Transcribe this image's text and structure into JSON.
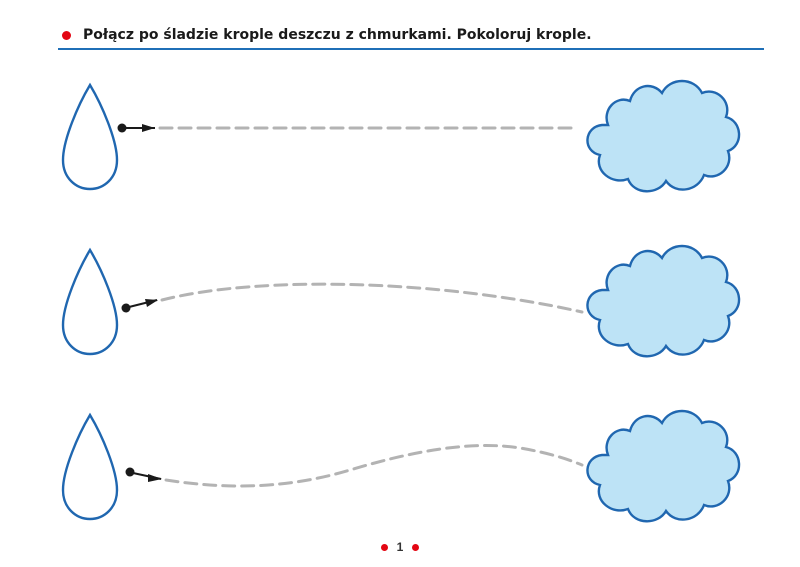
{
  "worksheet": {
    "instruction": "Połącz po śladzie krople deszczu z chmurkami. Pokoloruj krople.",
    "page_number": "1"
  },
  "colors": {
    "accent_red": "#e30613",
    "rule_blue": "#1f6fb7",
    "outline_blue": "#2067b0",
    "cloud_fill": "#bde3f6",
    "trace_gray": "#b3b3b3",
    "arrow_dark": "#1a1a1a"
  },
  "icons": [
    "raindrop-outline",
    "cloud",
    "start-arrow"
  ]
}
